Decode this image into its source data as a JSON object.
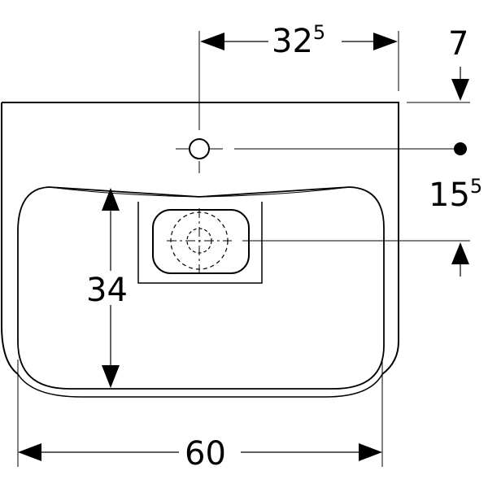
{
  "dimensions": {
    "top_offset": {
      "main": "32",
      "superscript": "5"
    },
    "rim_depth": {
      "main": "7"
    },
    "hole_to_drain": {
      "main": "15",
      "superscript": "5"
    },
    "bowl_depth": {
      "main": "34"
    },
    "overall_width": {
      "main": "60"
    }
  },
  "colors": {
    "line": "#000000",
    "background": "#ffffff"
  }
}
